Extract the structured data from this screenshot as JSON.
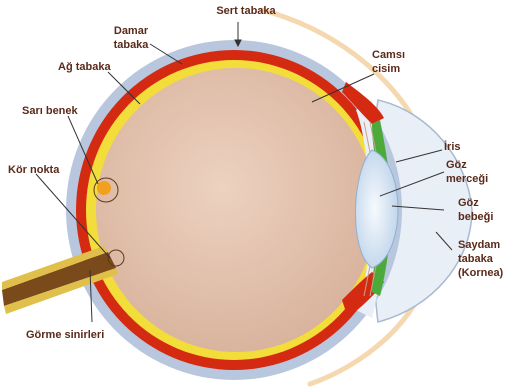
{
  "labels": {
    "sert_tabaka": "Sert tabaka",
    "damar_tabaka_1": "Damar",
    "damar_tabaka_2": "tabaka",
    "ag_tabaka": "Ağ tabaka",
    "sari_benek": "Sarı benek",
    "kor_nokta": "Kör nokta",
    "gorme_sinirleri": "Görme sinirleri",
    "camsi_cisim_1": "Camsı",
    "camsi_cisim_2": "cisim",
    "iris": "İris",
    "goz_mercegi_1": "Göz",
    "goz_mercegi_2": "merceği",
    "goz_bebegi_1": "Göz",
    "goz_bebegi_2": "bebeği",
    "saydam_tabaka_1": "Saydam",
    "saydam_tabaka_2": "tabaka",
    "saydam_tabaka_3": "(Kornea)"
  },
  "colors": {
    "sclera": "#b8c6de",
    "choroid": "#d42a12",
    "retina": "#f2dd3a",
    "vitreous": "#e0bfa8",
    "lens": "#dfecf7",
    "iris": "#4caa3a",
    "cornea_fill": "#e8eff7",
    "nerve": "#7a4a1a",
    "tear_film": "#f5d8b0",
    "macula": "#f2a020"
  }
}
